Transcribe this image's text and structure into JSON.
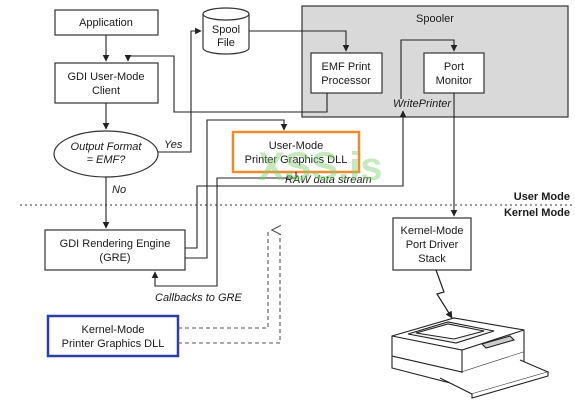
{
  "nodes": {
    "application": "Application",
    "gdi_client": [
      "GDI User-Mode",
      "Client"
    ],
    "decision": [
      "Output Format",
      "= EMF?"
    ],
    "gre": [
      "GDI Rendering Engine",
      "(GRE)"
    ],
    "kernel_dll": [
      "Kernel-Mode",
      "Printer Graphics DLL"
    ],
    "spool_file": [
      "Spool",
      "File"
    ],
    "spooler": "Spooler",
    "emf_processor": [
      "EMF Print",
      "Processor"
    ],
    "port_monitor": [
      "Port",
      "Monitor"
    ],
    "user_dll": [
      "User-Mode",
      "Printer Graphics DLL"
    ],
    "port_driver": [
      "Kernel-Mode",
      "Port Driver",
      "Stack"
    ]
  },
  "edge_labels": {
    "yes": "Yes",
    "no": "No",
    "write_printer": "WritePrinter",
    "raw_stream": "RAW data stream",
    "callbacks": "Callbacks to GRE"
  },
  "mode_labels": {
    "user": "User Mode",
    "kernel": "Kernel Mode"
  },
  "watermark": "XSS.is",
  "colors": {
    "user_dll_border": "#f08a2c",
    "kernel_dll_border": "#2b3fa8",
    "spooler_fill": "#d9d9d9",
    "watermark": "#7ccf6a"
  }
}
